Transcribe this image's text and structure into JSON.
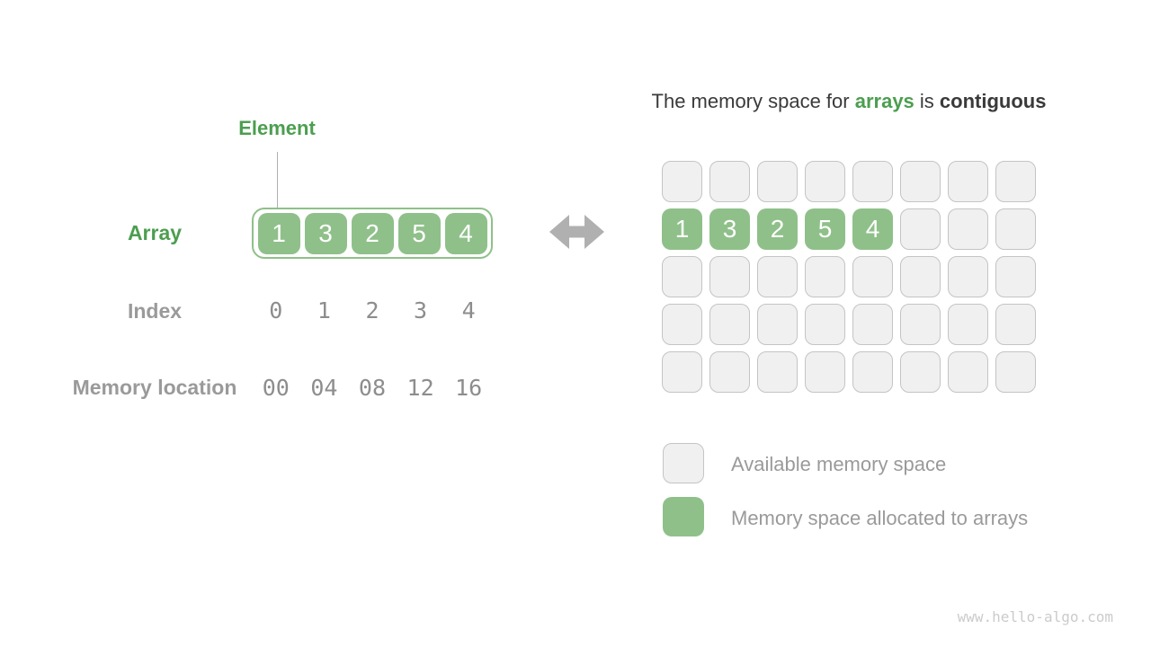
{
  "left": {
    "element_label": "Element",
    "array_label": "Array",
    "index_label": "Index",
    "memory_label": "Memory location",
    "array_values": [
      "1",
      "3",
      "2",
      "5",
      "4"
    ],
    "index_values": [
      "0",
      "1",
      "2",
      "3",
      "4"
    ],
    "memory_values": [
      "00",
      "04",
      "08",
      "12",
      "16"
    ]
  },
  "title": {
    "prefix": "The memory space for ",
    "highlight": "arrays",
    "middle": " is ",
    "bold": "contiguous"
  },
  "memory_grid": {
    "columns": 8,
    "rows": 5,
    "allocated_row": 1,
    "allocated_values": [
      "1",
      "3",
      "2",
      "5",
      "4"
    ]
  },
  "legend": {
    "available_label": "Available memory space",
    "allocated_label": "Memory space allocated to arrays"
  },
  "watermark": "www.hello-algo.com",
  "colors": {
    "green_fill": "#8fc08a",
    "green_text": "#4c9e50",
    "gray_label": "#9a9a9a",
    "dark_text": "#3a3a3a",
    "cell_fill": "#f0f0f0",
    "cell_border": "#c4c4c4",
    "arrow": "#b0b0b0"
  }
}
